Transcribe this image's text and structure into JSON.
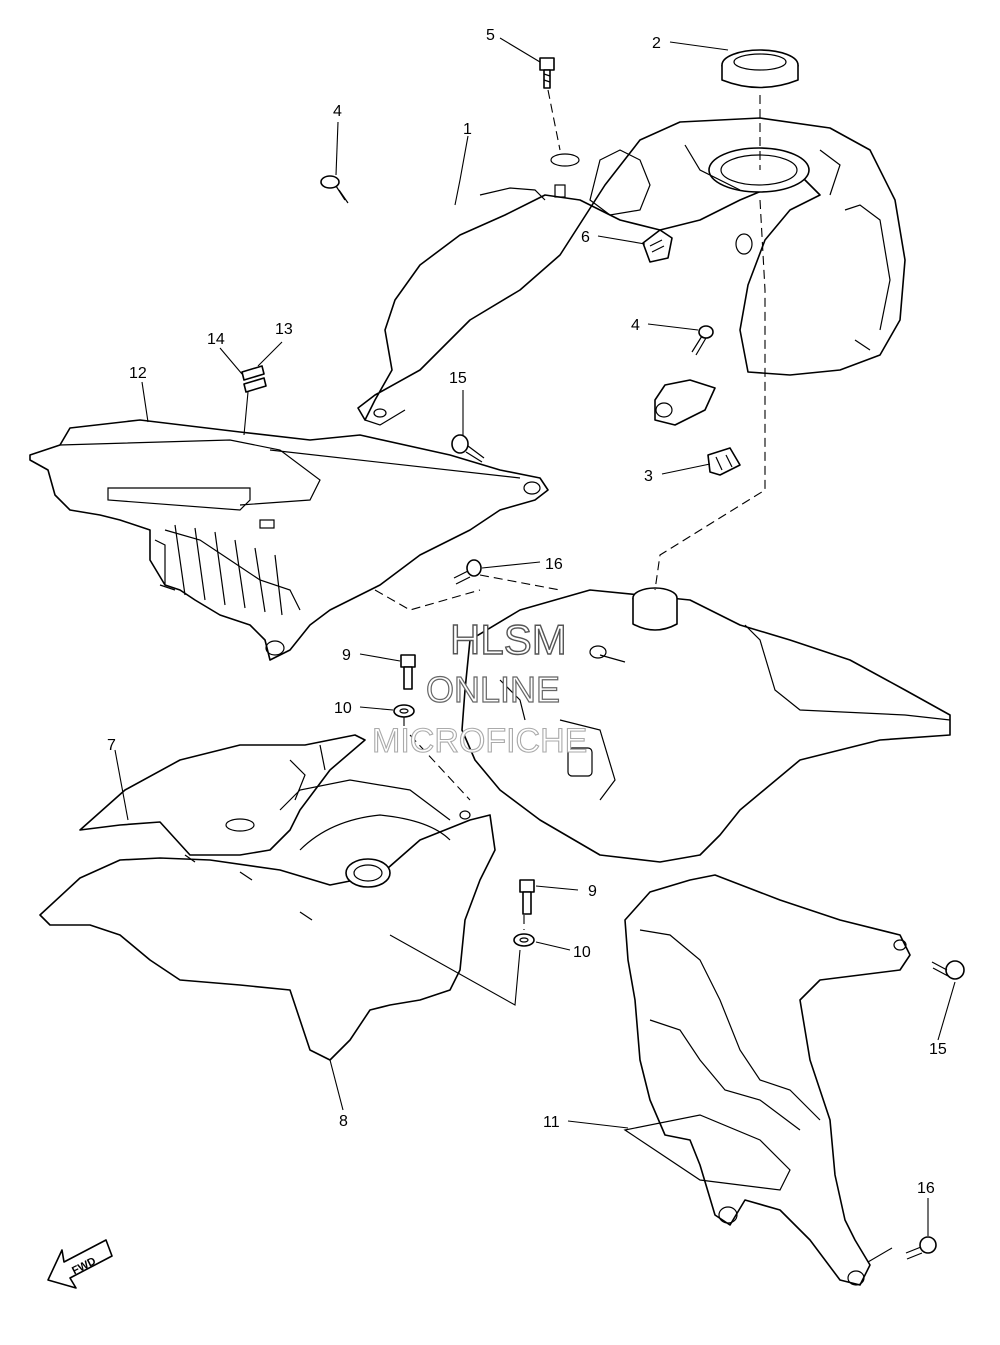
{
  "watermark": {
    "line1": "HLSM",
    "line2": "ONLINE",
    "line3": "MICROFICHE"
  },
  "fwd_label": "FWD",
  "callouts": {
    "c1": "1",
    "c2": "2",
    "c3": "3",
    "c4a": "4",
    "c4b": "4",
    "c5": "5",
    "c6": "6",
    "c7": "7",
    "c8": "8",
    "c9a": "9",
    "c9b": "9",
    "c10a": "10",
    "c10b": "10",
    "c11": "11",
    "c12": "12",
    "c13": "13",
    "c14": "14",
    "c15a": "15",
    "c15b": "15",
    "c16a": "16",
    "c16b": "16"
  }
}
